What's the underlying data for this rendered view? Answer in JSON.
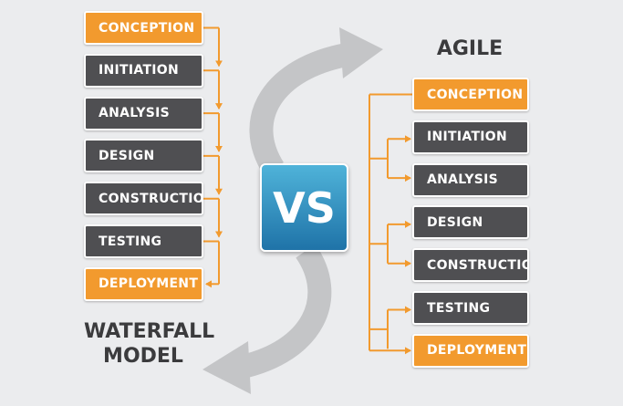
{
  "waterfall": {
    "title_line1": "WATERFALL",
    "title_line2": "MODEL",
    "steps": [
      {
        "label": "CONCEPTION",
        "accent": "orange"
      },
      {
        "label": "INITIATION",
        "accent": "dark"
      },
      {
        "label": "ANALYSIS",
        "accent": "dark"
      },
      {
        "label": "DESIGN",
        "accent": "dark"
      },
      {
        "label": "CONSTRUCTION",
        "accent": "dark"
      },
      {
        "label": "TESTING",
        "accent": "dark"
      },
      {
        "label": "DEPLOYMENT",
        "accent": "orange"
      }
    ]
  },
  "agile": {
    "title": "AGILE",
    "steps": [
      {
        "label": "CONCEPTION",
        "accent": "orange"
      },
      {
        "label": "INITIATION",
        "accent": "dark"
      },
      {
        "label": "ANALYSIS",
        "accent": "dark"
      },
      {
        "label": "DESIGN",
        "accent": "dark"
      },
      {
        "label": "CONSTRUCTION",
        "accent": "dark"
      },
      {
        "label": "TESTING",
        "accent": "dark"
      },
      {
        "label": "DEPLOYMENT",
        "accent": "orange"
      }
    ]
  },
  "vs_label": "VS",
  "colors": {
    "orange": "#f29a2e",
    "dark": "#4f4f52",
    "vs_blue": "#2f8fc2",
    "arrow_gray": "#c4c5c7",
    "background": "#ebecee"
  }
}
